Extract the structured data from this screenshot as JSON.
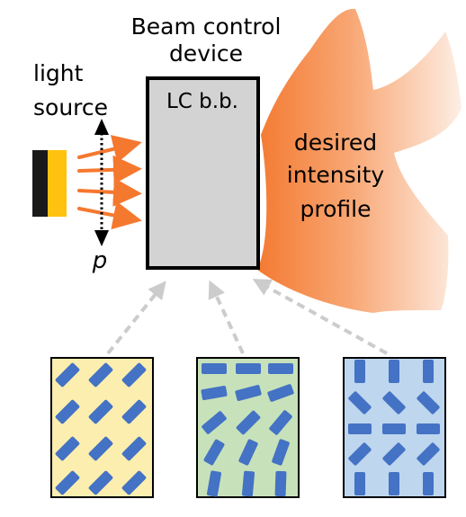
{
  "labels": {
    "title_line1": "Beam control",
    "title_line2": "device",
    "light_line1": "light",
    "light_line2": "source",
    "device_label": "LC b.b.",
    "profile_line1": "desired",
    "profile_line2": "intensity",
    "profile_line3": "profile",
    "polarization": "p"
  },
  "colors": {
    "lc_fill": "#d3d3d3",
    "beam_arrows": "#f5782f",
    "profile_gradient_start": "#f37a32",
    "profile_gradient_end": "#fdeee4",
    "source_dark": "#1a1a1a",
    "source_yellow": "#ffc20e",
    "molecule": "#4472c4",
    "panel1_bg": "#fbeeae",
    "panel2_bg": "#c7e2ba",
    "panel3_bg": "#bed6ee",
    "dashed_arrow": "#cccccc"
  },
  "icons": {
    "polarization": "double-headed-arrow"
  },
  "panels": [
    {
      "name": "panel-uniform-diagonal",
      "pattern": "uniform-diagonal"
    },
    {
      "name": "panel-horizontal-to-diagonal",
      "pattern": "horizontal-to-diagonal"
    },
    {
      "name": "panel-mixed-orientation",
      "pattern": "mixed-orientation"
    }
  ]
}
